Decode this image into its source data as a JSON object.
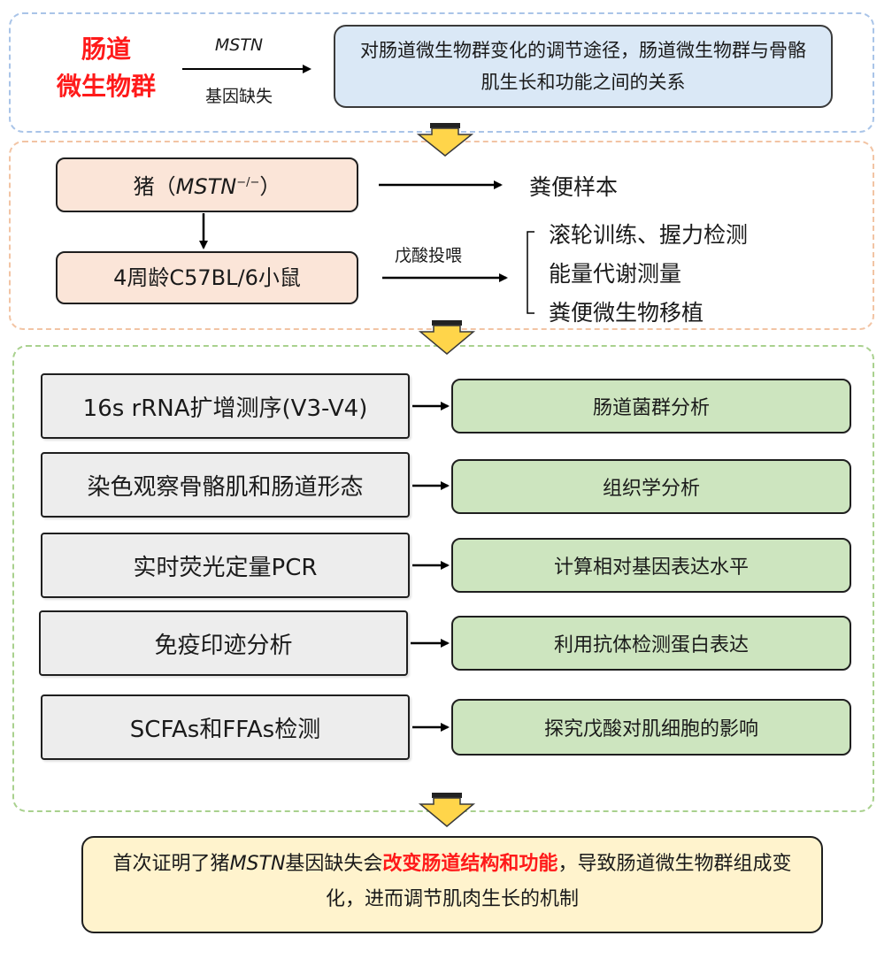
{
  "top": {
    "title_line1": "肠道",
    "title_line2": "微生物群",
    "arrow_top": "MSTN",
    "arrow_bottom": "基因缺失",
    "box_text": "对肠道微生物群变化的调节途径，肠道微生物群与骨骼肌生长和功能之间的关系"
  },
  "middle": {
    "pig_prefix": "猪（",
    "pig_gene": "MSTN",
    "pig_sup": "−/−",
    "pig_suffix": "）",
    "mouse": "4周龄C57BL/6小鼠",
    "feces": "粪便样本",
    "arrow_label": "戊酸投喂",
    "list": [
      "滚轮训练、握力检测",
      "能量代谢测量",
      "粪便微生物移植"
    ]
  },
  "methods": [
    {
      "method": "16s rRNA扩增测序(V3-V4)",
      "result": "肠道菌群分析"
    },
    {
      "method": "染色观察骨骼肌和肠道形态",
      "result": "组织学分析"
    },
    {
      "method": "实时荧光定量PCR",
      "result": "计算相对基因表达水平"
    },
    {
      "method": "免疫印迹分析",
      "result": "利用抗体检测蛋白表达"
    },
    {
      "method": "SCFAs和FFAs检测",
      "result": "探究戊酸对肌细胞的影响"
    }
  ],
  "conclusion": {
    "part1": "首次证明了猪",
    "gene": "MSTN",
    "part2": "基因缺失会",
    "highlight": "改变肠道结构和功能",
    "part3": "，导致肠道微生物群组成变化，进而调节肌肉生长的机制"
  },
  "colors": {
    "accent_red": "#ff1a1a",
    "arrow_yellow": "#ffd54a",
    "box_blue": "#dae8f6",
    "box_peach": "#fbe5d8",
    "box_gray": "#ededed",
    "box_green": "#cde5bf",
    "box_yellow": "#fff3cd"
  }
}
